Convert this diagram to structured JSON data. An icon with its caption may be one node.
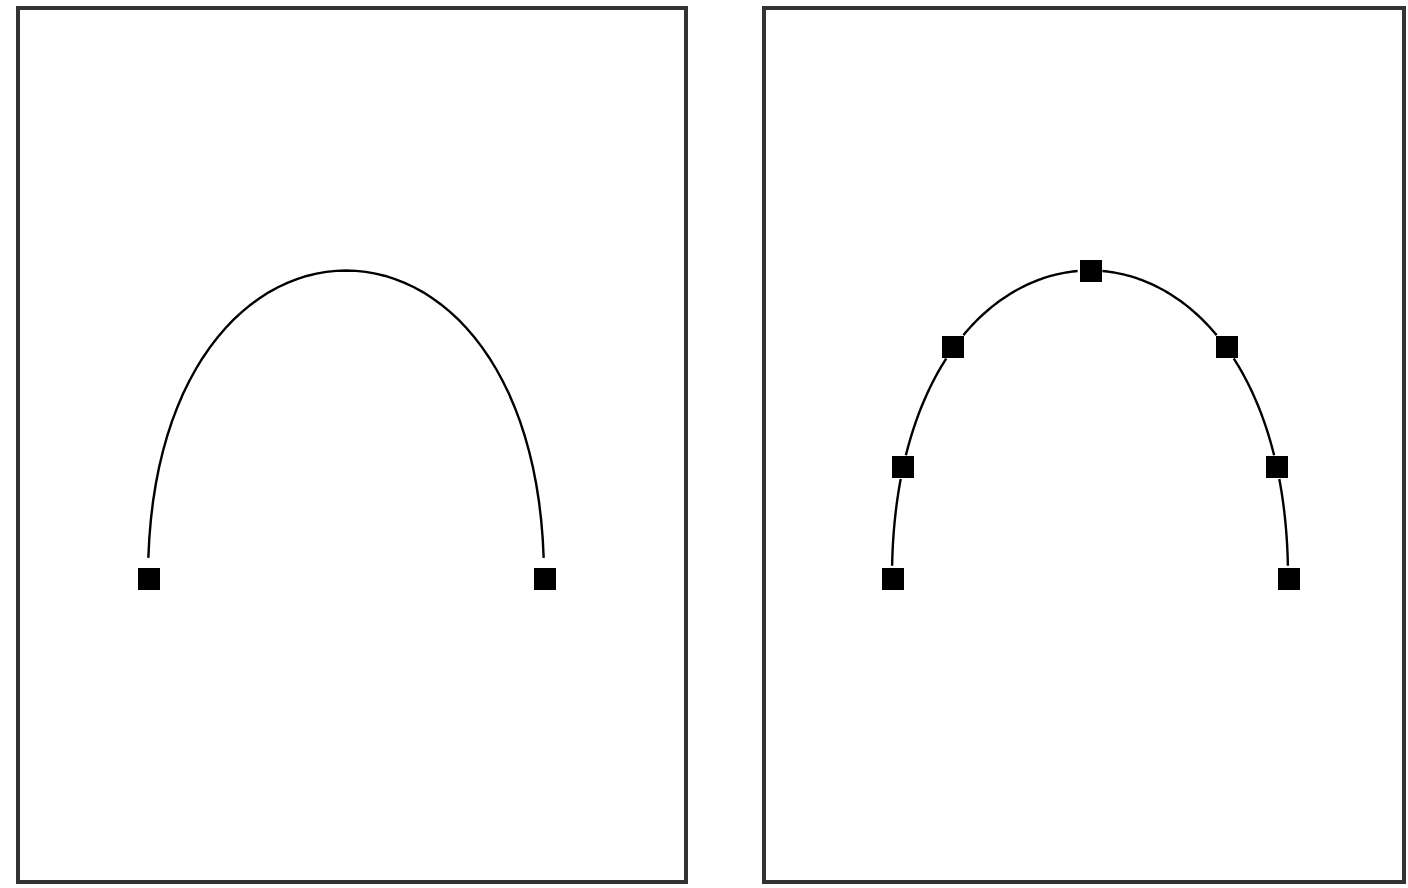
{
  "diagram": {
    "nodes": [
      {
        "text": [],
        "shape": "box"
      },
      {
        "text": [],
        "shape": "box",
        "in": 0
      },
      {
        "text": [],
        "shape": "box",
        "in": 0
      },
      {
        "text": [],
        "shape": "box"
      },
      {
        "text": [],
        "shape": "box",
        "in": 3
      },
      {
        "text": [],
        "shape": "box",
        "in": 3
      },
      {
        "text": [],
        "shape": "box",
        "in": 3
      },
      {
        "text": [],
        "shape": "box",
        "in": 3
      },
      {
        "text": [],
        "shape": "box",
        "in": 3
      },
      {
        "text": [],
        "shape": "box",
        "in": 3
      },
      {
        "text": [],
        "shape": "box",
        "in": 3
      }
    ],
    "edges": [
      {
        "from": 1,
        "to": 2,
        "arrow": "none"
      },
      {
        "from": 4,
        "to": 5,
        "arrow": "none"
      },
      {
        "from": 5,
        "to": 6,
        "arrow": "none"
      },
      {
        "from": 6,
        "to": 7,
        "arrow": "none"
      },
      {
        "from": 7,
        "to": 8,
        "arrow": "none"
      },
      {
        "from": 8,
        "to": 9,
        "arrow": "none"
      },
      {
        "from": 9,
        "to": 10,
        "arrow": "none"
      }
    ]
  }
}
